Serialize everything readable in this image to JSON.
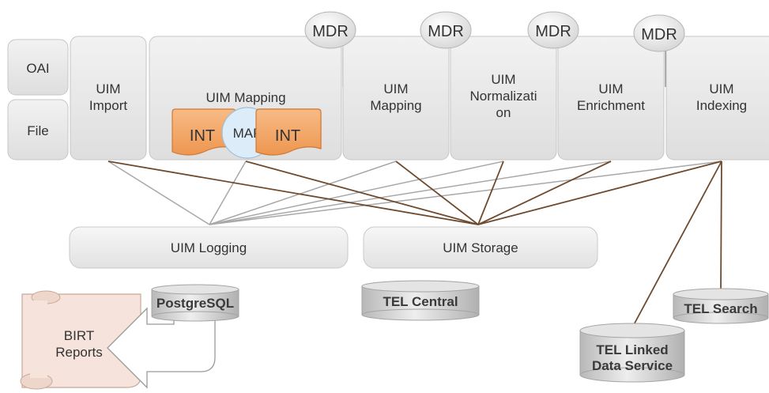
{
  "sources": {
    "oai": "OAI",
    "file": "File"
  },
  "modules": {
    "import": [
      "UIM",
      "Import"
    ],
    "mapping_main": "UIM Mapping",
    "mapping": [
      "UIM",
      "Mapping"
    ],
    "normalization": [
      "UIM",
      "Normalizati",
      "on"
    ],
    "enrichment": [
      "UIM",
      "Enrichment"
    ],
    "indexing": [
      "UIM",
      "Indexing"
    ]
  },
  "mapping_parts": {
    "int_left": "INT",
    "map": "MAP",
    "int_right": "INT"
  },
  "mdr_labels": [
    "MDR",
    "MDR",
    "MDR",
    "MDR"
  ],
  "services": {
    "logging": "UIM Logging",
    "storage": "UIM Storage"
  },
  "databases": {
    "postgresql": "PostgreSQL",
    "tel_central": "TEL Central",
    "tel_search": "TEL Search",
    "tel_linked": [
      "TEL Linked",
      "Data Service"
    ]
  },
  "reports": [
    "BIRT",
    "Reports"
  ],
  "colors": {
    "box_fill": "#e8e8e8",
    "box_stroke": "#c6c6c6",
    "orange": "#f2a15c",
    "map_circle": "#dcecf8",
    "scroll": "#f6e4dc",
    "line_brown": "#6e4a2e",
    "line_gray": "#a8a8a8"
  }
}
